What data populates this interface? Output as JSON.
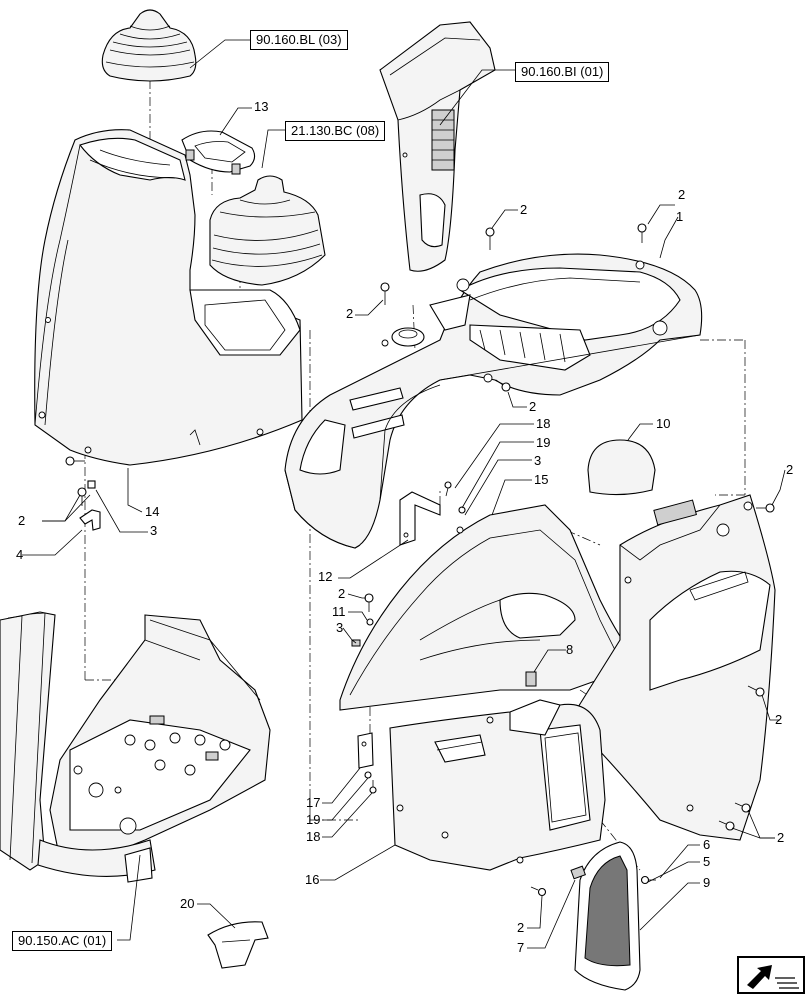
{
  "references": {
    "bl": "90.160.BL (03)",
    "bi": "90.160.BI (01)",
    "bc": "21.130.BC (08)",
    "ac": "90.150.AC (01)"
  },
  "callouts": {
    "c13": "13",
    "c14": "14",
    "c2_bottom_left_a": "2",
    "c3_left": "3",
    "c4": "4",
    "c1": "1",
    "c2_top_right": "2",
    "c2_top_center": "2",
    "c2_left_mid": "2",
    "c2_mid": "2",
    "c10": "10",
    "c18_top": "18",
    "c19_top": "19",
    "c3_mid": "3",
    "c15": "15",
    "c12": "12",
    "c2_small_left": "2",
    "c11": "11",
    "c3_small_left": "3",
    "c8": "8",
    "c2_right_a": "2",
    "c2_right_b": "2",
    "c2_right_c": "2",
    "c17": "17",
    "c19_bottom": "19",
    "c18_bottom": "18",
    "c16": "16",
    "c20": "20",
    "c6": "6",
    "c5": "5",
    "c9": "9",
    "c2_bottom": "2",
    "c7": "7"
  },
  "nav_icon": "arrow-icon"
}
